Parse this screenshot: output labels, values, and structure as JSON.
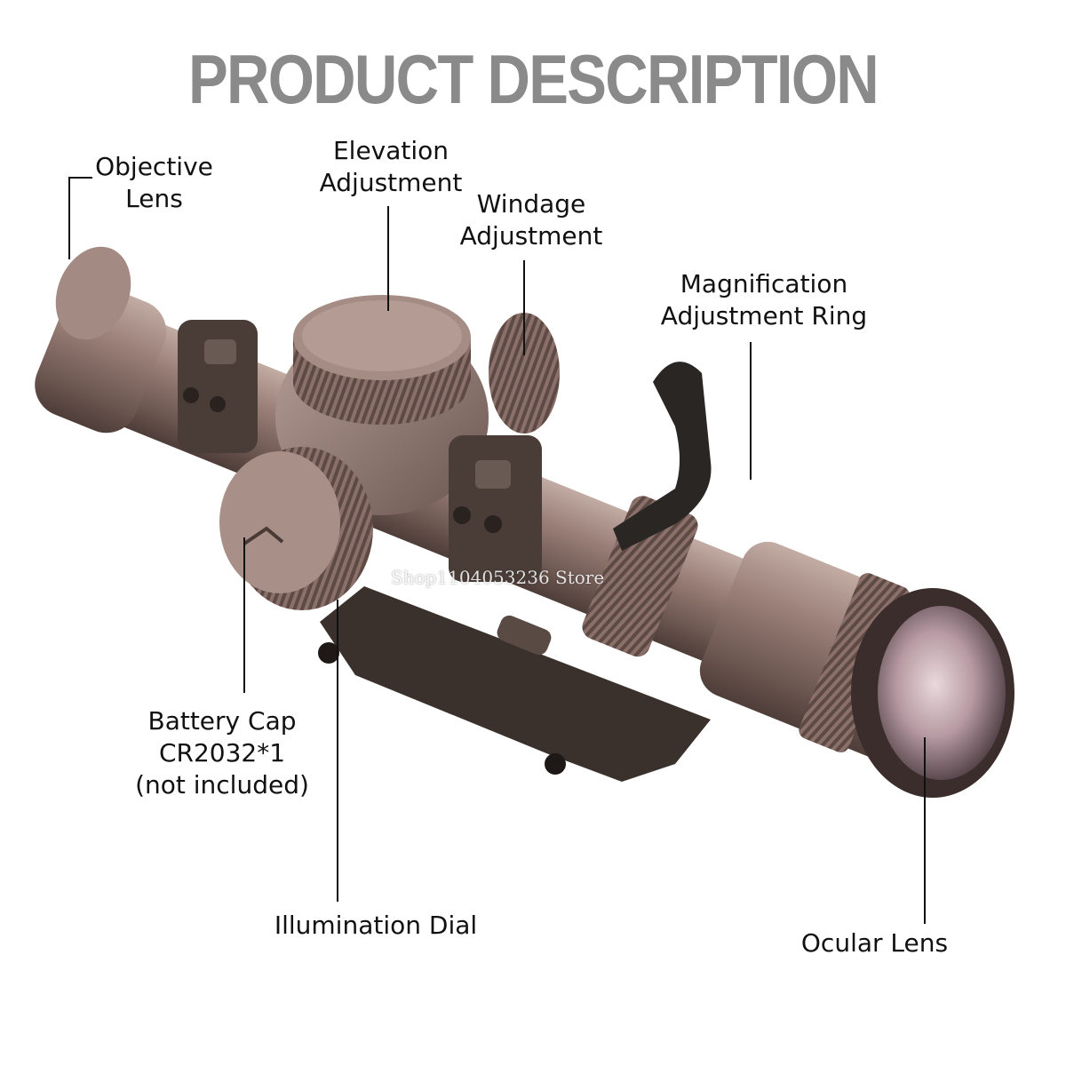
{
  "title": "PRODUCT DESCRIPTION",
  "watermark": "Shop1104053236 Store",
  "callouts": {
    "objective_lens": [
      "Objective",
      "Lens"
    ],
    "elevation": [
      "Elevation",
      "Adjustment"
    ],
    "windage": [
      "Windage",
      "Adjustment"
    ],
    "magnification": [
      "Magnification",
      "Adjustment Ring"
    ],
    "battery": [
      "Battery Cap",
      "CR2032*1",
      "(not included)"
    ],
    "illumination": "Illumination Dial",
    "ocular": "Ocular Lens"
  },
  "colors": {
    "body": "#8a7068",
    "body_dark": "#5e4a45",
    "body_light": "#b19a92",
    "mount": "#3a302c",
    "lever": "#2a2624",
    "title": "#8a8a8a"
  }
}
